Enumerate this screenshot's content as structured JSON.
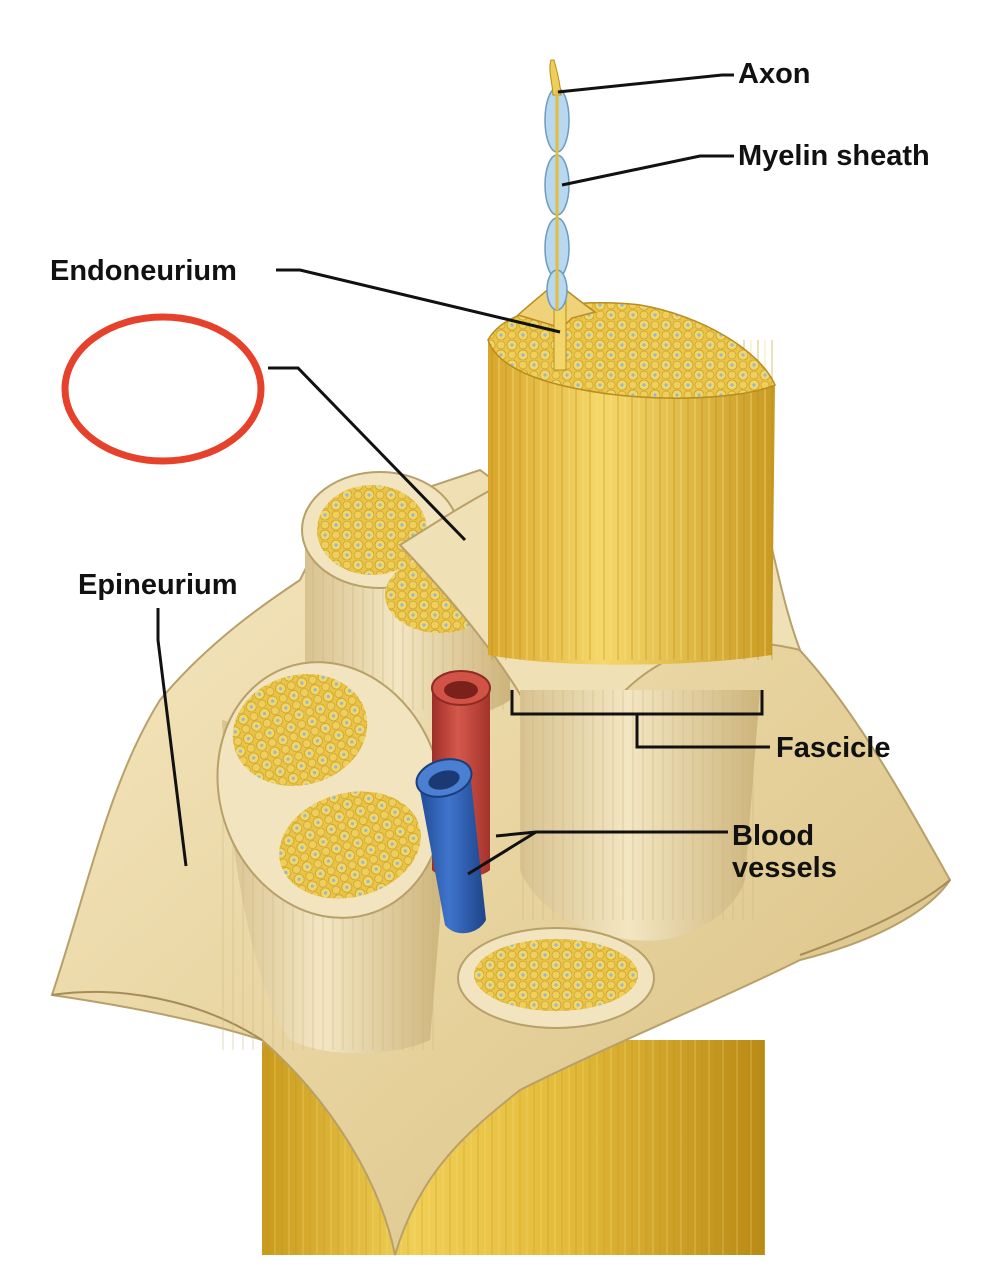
{
  "labels": {
    "axon": "Axon",
    "myelin_sheath": "Myelin sheath",
    "endoneurium": "Endoneurium",
    "epineurium": "Epineurium",
    "fascicle": "Fascicle",
    "blood_vessels_line1": "Blood",
    "blood_vessels_line2": "vessels"
  },
  "blank_label_marker": {
    "shape": "ellipse",
    "color": "#e5412b",
    "text": ""
  },
  "colors": {
    "nerve_fibers": "#e8c64a",
    "connective_tissue": "#ecdcae",
    "myelin": "#a9cfe6",
    "artery": "#c9473c",
    "vein": "#2f5fb0",
    "leader_lines": "#111111"
  }
}
